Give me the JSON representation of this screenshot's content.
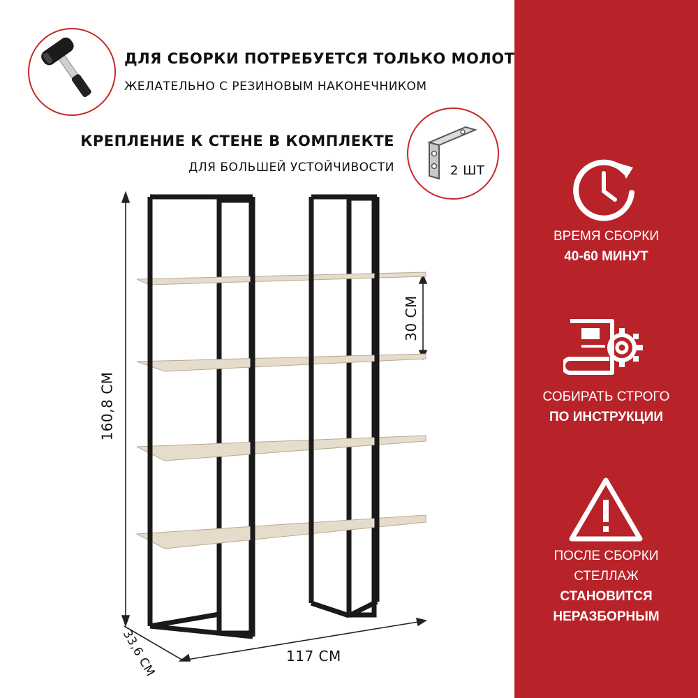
{
  "hammer": {
    "title": "ДЛЯ СБОРКИ ПОТРЕБУЕТСЯ ТОЛЬКО МОЛОТОК",
    "subtitle": "ЖЕЛАТЕЛЬНО С РЕЗИНОВЫМ НАКОНЕЧНИКОМ",
    "icon": "hammer-icon"
  },
  "bracket": {
    "title": "КРЕПЛЕНИЕ К СТЕНЕ В КОМПЛЕКТЕ",
    "subtitle": "ДЛЯ БОЛЬШЕЙ УСТОЙЧИВОСТИ",
    "qty": "2 ШТ",
    "icon": "wall-bracket-icon"
  },
  "dimensions": {
    "height": "160,8 СМ",
    "shelf_gap": "30 СМ",
    "depth": "33,6 СМ",
    "width": "117 СМ"
  },
  "features": [
    {
      "line1": "ВРЕМЯ СБОРКИ",
      "line2": "40-60 МИНУТ",
      "icon": "clock-icon"
    },
    {
      "line1": "СОБИРАТЬ СТРОГО",
      "line2": "ПО ИНСТРУКЦИИ",
      "icon": "manual-gear-icon"
    },
    {
      "line1": "ПОСЛЕ СБОРКИ",
      "line2": "СТЕЛЛАЖ",
      "line3": "СТАНОВИТСЯ",
      "line4": "НЕРАЗБОРНЫМ",
      "icon": "warning-icon"
    }
  ],
  "colors": {
    "accent": "#b8232a",
    "frame": "#1a1a1a",
    "shelf": "#e6dccb"
  }
}
